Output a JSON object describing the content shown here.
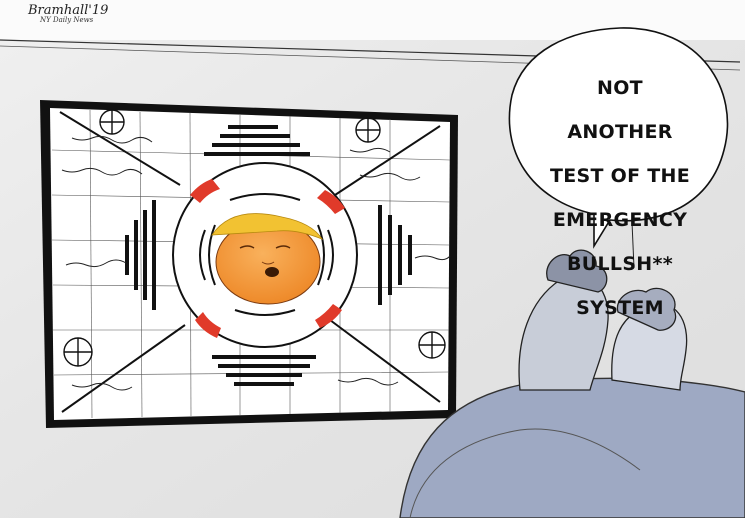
{
  "cartoon": {
    "signature": "Bramhall'19",
    "publication": "NY Daily News",
    "speech_lines": [
      "NOT",
      "ANOTHER",
      "TEST OF THE",
      "EMERGENCY",
      "BULLSH**",
      "SYSTEM"
    ]
  },
  "colors": {
    "wall": "#e7e7e7",
    "sofa": "#9ea9c3",
    "face": "#f59a3c",
    "hair": "#f2c232",
    "test_pattern_red": "#e03a2a",
    "ink": "#111111"
  },
  "icons": [
    "tv-screen",
    "test-pattern",
    "speech-bubble",
    "sofa",
    "viewers"
  ]
}
